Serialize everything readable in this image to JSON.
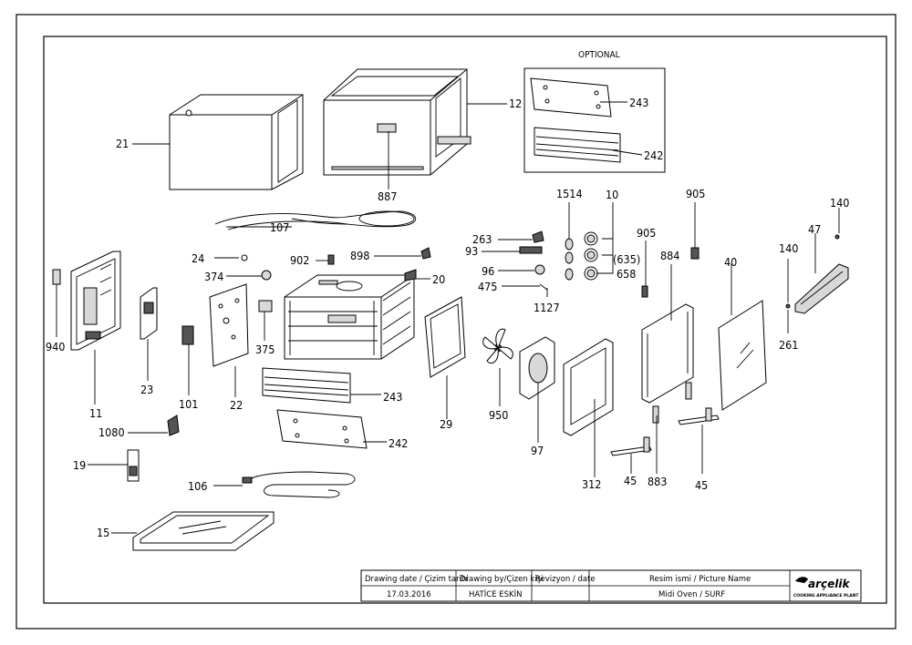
{
  "optional_label": "OPTIONAL",
  "part_numbers": {
    "p21": "21",
    "p887": "887",
    "p12": "12",
    "p243a": "243",
    "p242a": "242",
    "p107": "107",
    "p24": "24",
    "p902": "902",
    "p898": "898",
    "p374": "374",
    "p20": "20",
    "p940": "940",
    "p11": "11",
    "p23": "23",
    "p101": "101",
    "p22": "22",
    "p375": "375",
    "p243b": "243",
    "p242b": "242",
    "p1080": "1080",
    "p19": "19",
    "p106": "106",
    "p15": "15",
    "p263": "263",
    "p93": "93",
    "p96": "96",
    "p475": "475",
    "p1514": "1514",
    "p10": "10",
    "p635": "(635)",
    "p658": "658",
    "p1127": "1127",
    "p905a": "905",
    "p905b": "905",
    "p884": "884",
    "p40": "40",
    "p47": "47",
    "p140a": "140",
    "p140b": "140",
    "p261": "261",
    "p29": "29",
    "p950": "950",
    "p97": "97",
    "p312": "312",
    "p45a": "45",
    "p883": "883",
    "p45b": "45"
  },
  "title_block": {
    "h_drawing_date": "Drawing date / Çizim tarihi",
    "h_drawn_by": "Drawing by/Çizen kişi",
    "h_revision": "Revizyon / date",
    "h_picture_name": "Resim ismi / Picture Name",
    "v_drawing_date": "17.03.2016",
    "v_drawn_by": "HATİCE ESKİN",
    "v_revision": "",
    "v_picture_name": "Midi Oven / SURF",
    "logo_text": "arçelik",
    "logo_subtitle": "COOKING APPLIANCE PLANT"
  }
}
